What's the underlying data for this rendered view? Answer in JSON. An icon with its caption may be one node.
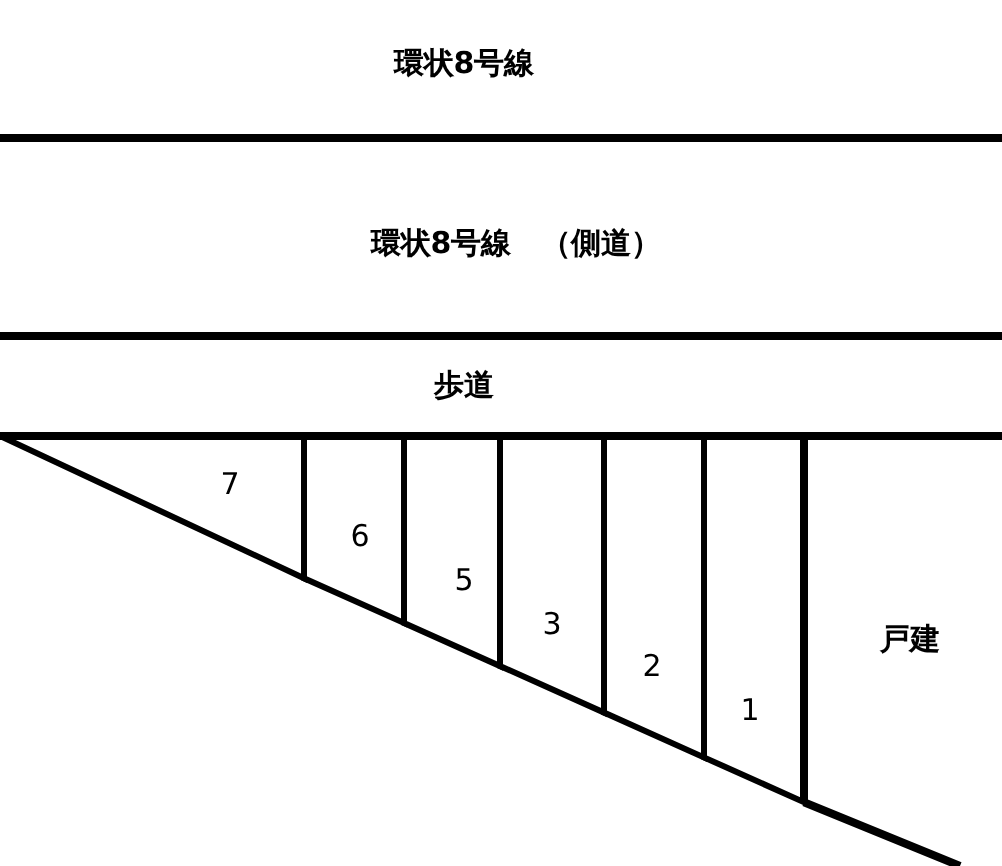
{
  "diagram": {
    "nodes": [
      {
        "text": [
          "7"
        ]
      },
      {
        "text": [
          "6"
        ]
      },
      {
        "text": [
          "5"
        ]
      },
      {
        "text": [
          "3"
        ]
      },
      {
        "text": [
          "2"
        ]
      },
      {
        "text": [
          "1"
        ]
      }
    ],
    "labels": [
      "環状8号線",
      "環状8号線　（側道）",
      "歩道",
      "戸建"
    ]
  }
}
